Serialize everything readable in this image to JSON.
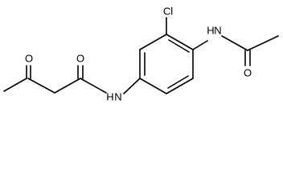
{
  "molecule": {
    "atoms": {
      "ketone_oxygen": "O",
      "amide_oxygen_left": "O",
      "amide_nitrogen_left": "N",
      "amide_h_left": "H",
      "chlorine": "Cl",
      "amide_nitrogen_right": "N",
      "amide_h_right": "H",
      "amide_oxygen_right": "O"
    }
  },
  "colors": {
    "bond": "#000000",
    "label": "#000000",
    "background": "#ffffff"
  }
}
